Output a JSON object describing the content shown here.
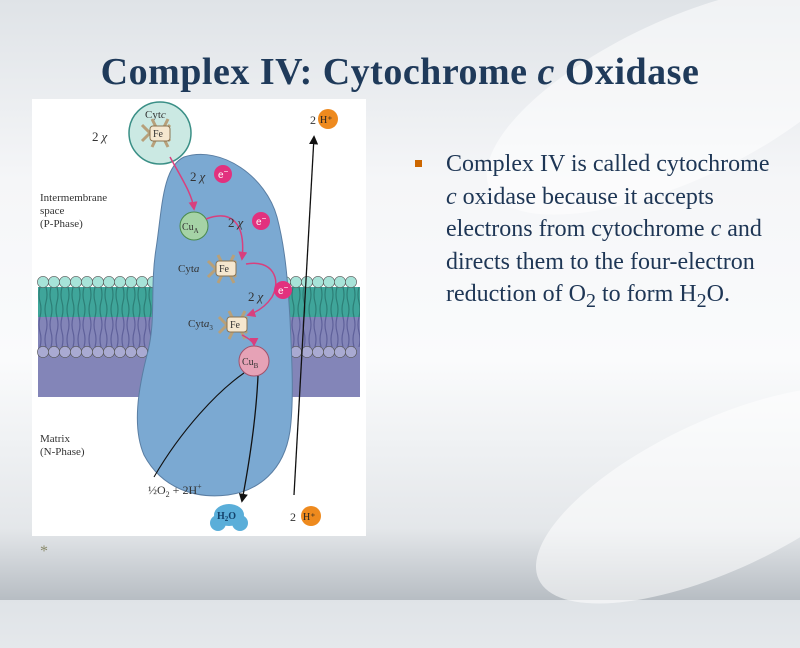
{
  "slide": {
    "title_prefix": "Complex IV: Cytochrome ",
    "title_italic": "c",
    "title_suffix": " Oxidase",
    "bullet": {
      "p1": "Complex IV is called cytochrome ",
      "i1": "c",
      "p2": " oxidase because it accepts electrons from cytochrome ",
      "i2": "c",
      "p3": " and directs them to the four-electron reduction of O",
      "sub1": "2",
      "p4": " to form H",
      "sub2": "2",
      "p5": "O."
    },
    "footnote": "*"
  },
  "figure": {
    "labels": {
      "cytc_a": "Cyt",
      "cytc_b": "c",
      "fe": "Fe",
      "two_x": "2",
      "chi": "χ",
      "electron": "e",
      "minus": "−",
      "intermembrane_1": "Intermembrane",
      "intermembrane_2": "space",
      "intermembrane_3": "(P-Phase)",
      "cua_a": "Cu",
      "cua_b": "A",
      "cyta_a": "Cyt",
      "cyta_b": "a",
      "cyta3_a": "Cyt",
      "cyta3_b": "a",
      "cyta3_c": "3",
      "cub_a": "Cu",
      "cub_b": "B",
      "matrix_1": "Matrix",
      "matrix_2": "(N-Phase)",
      "half": "½",
      "o2_eq_a": "O",
      "o2_eq_b": "2",
      "o2_eq_c": " + 2H",
      "o2_eq_d": "+",
      "h2o_a": "H",
      "h2o_b": "2",
      "h2o_c": "O",
      "two_h_num": "2",
      "h_plus": "H⁺"
    },
    "colors": {
      "protein": "#7ba9d2",
      "membrane_band": "#3fa59a",
      "membrane_lower": "#8385b8",
      "membrane_heads_top": "#a7e3d8",
      "membrane_heads_bottom": "#a9aad2",
      "cytc_circle": "#cbe9e3",
      "cu": "#a5d3a6",
      "cub": "#e6a2b6",
      "electron": "#e2317e",
      "proton": "#ee8a1e",
      "water": "#5aaed9",
      "arrow_pink": "#d8407e"
    }
  }
}
